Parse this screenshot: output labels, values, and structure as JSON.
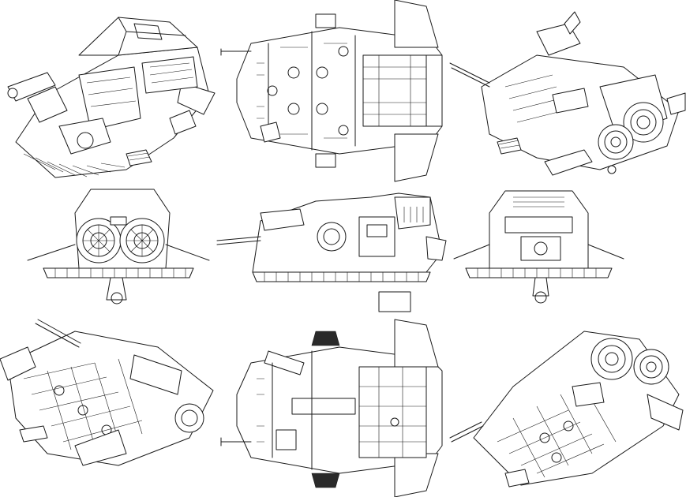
{
  "sheet": {
    "line_color": "#1a1a1a",
    "background": "#ffffff",
    "views": [
      {
        "id": "iso-front-left"
      },
      {
        "id": "top"
      },
      {
        "id": "iso-rear-right"
      },
      {
        "id": "rear"
      },
      {
        "id": "side"
      },
      {
        "id": "front"
      },
      {
        "id": "iso-bottom-left"
      },
      {
        "id": "bottom"
      },
      {
        "id": "iso-bottom-right"
      }
    ]
  }
}
